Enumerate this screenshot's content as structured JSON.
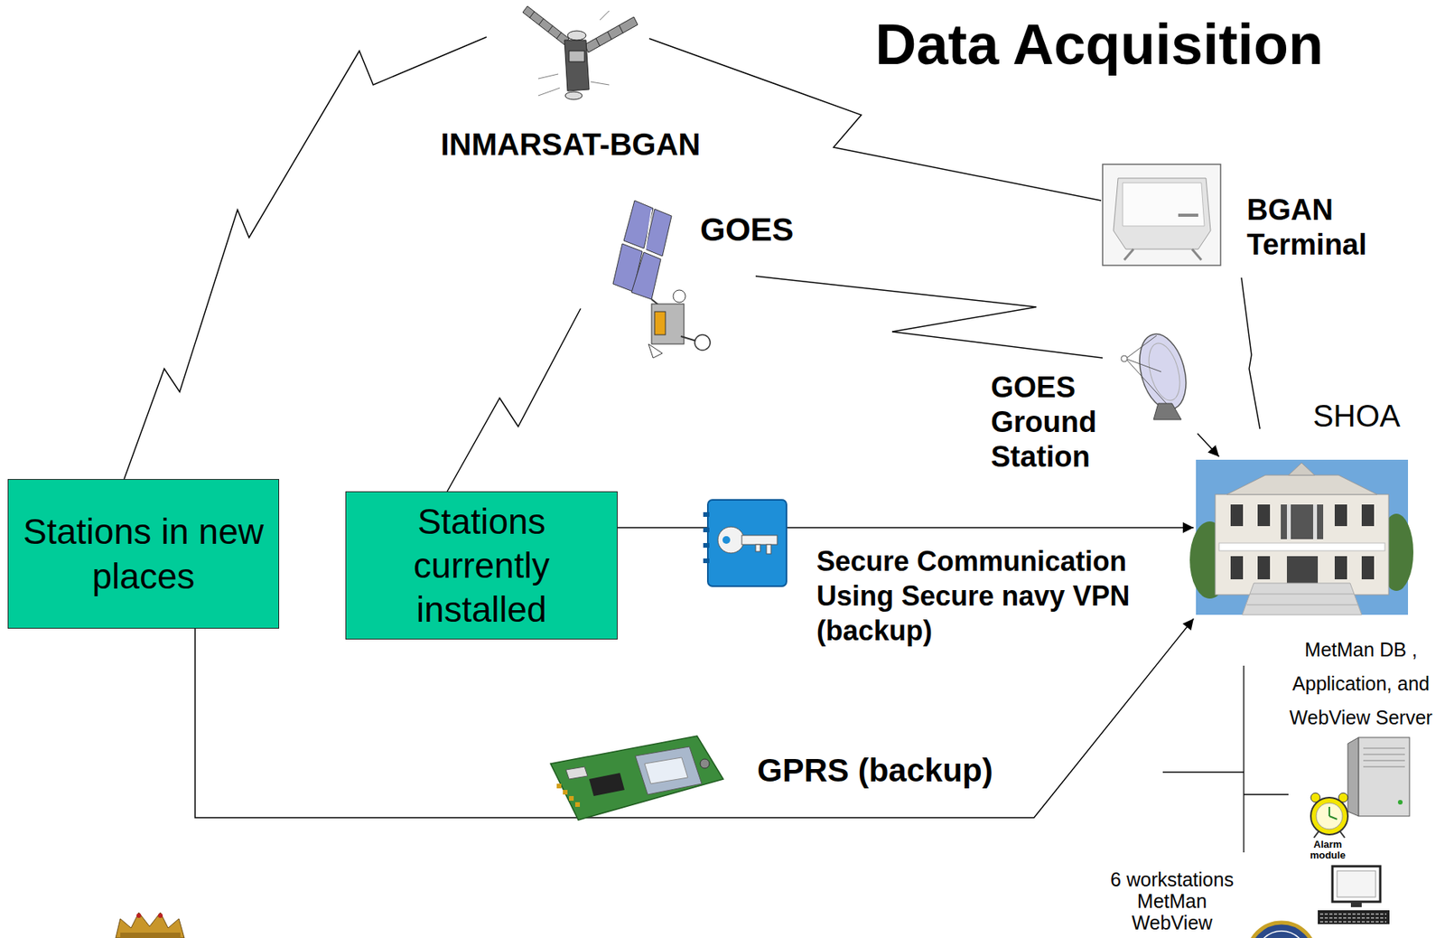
{
  "diagram": {
    "title": "Data Acquisition",
    "nodes": [
      {
        "text": [
          "INMARSAT-BGAN"
        ]
      },
      {
        "text": [
          "GOES"
        ]
      },
      {
        "text": [
          "BGAN Terminal"
        ]
      },
      {
        "text": [
          "GOES Ground Station"
        ]
      },
      {
        "text": [
          "SHOA"
        ]
      },
      {
        "text": [
          "Stations in new places"
        ]
      },
      {
        "text": [
          "Stations currently installed"
        ]
      },
      {
        "text": [
          "MetMan DB , Application, and WebView Server"
        ]
      },
      {
        "text": [
          "6 workstations MetMan WebView"
        ]
      }
    ],
    "edges": [
      {
        "from": 5,
        "to": 0,
        "arrow": "none"
      },
      {
        "from": 0,
        "to": 2,
        "arrow": "none"
      },
      {
        "from": 2,
        "to": 4,
        "arrow": "none"
      },
      {
        "from": 6,
        "to": 1,
        "arrow": "none"
      },
      {
        "from": 1,
        "to": 3,
        "arrow": "none"
      },
      {
        "from": 3,
        "to": 4,
        "arrow": "to"
      },
      {
        "from": 6,
        "to": 4,
        "label": "Secure Communication Using Secure navy VPN (backup)",
        "arrow": "to"
      },
      {
        "from": 5,
        "to": 4,
        "label": "GPRS (backup)",
        "arrow": "to"
      }
    ],
    "labels": [
      "Alarm module"
    ]
  }
}
